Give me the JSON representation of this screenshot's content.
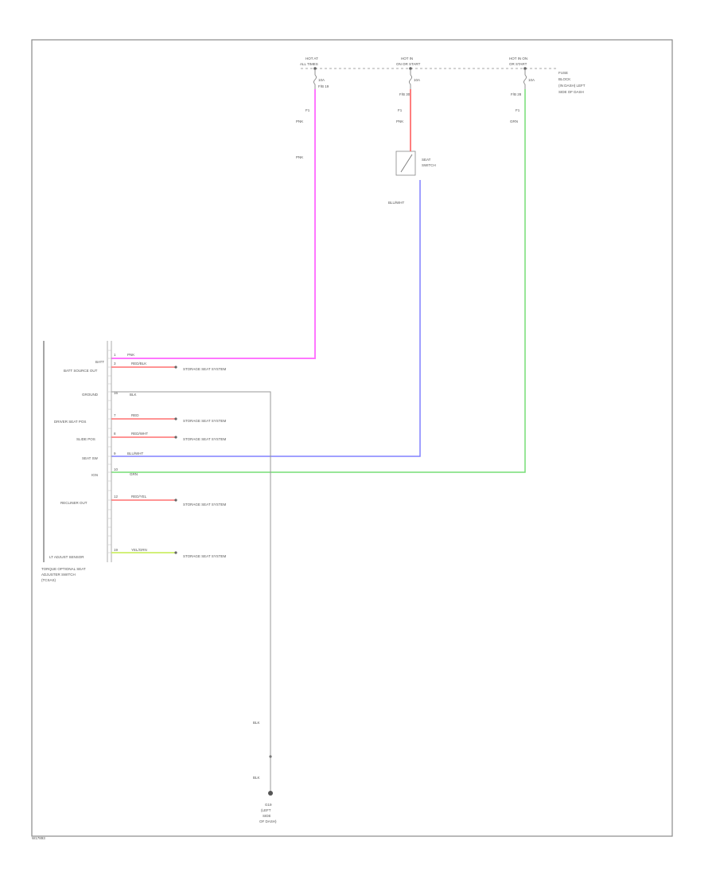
{
  "diagram": {
    "fuses": [
      {
        "label": "HOT AT",
        "sublabel": "ALL TIMES",
        "fuse": "10A",
        "id": "F/B 19",
        "pin": "F1"
      },
      {
        "label": "HOT IN",
        "sublabel": "ON OR START",
        "fuse": "10A",
        "id": "F/B 30",
        "pin": "F1"
      },
      {
        "label": "HOT IN ON",
        "sublabel": "OR START",
        "fuse": "10A",
        "id": "F/B 28",
        "pin": "F1"
      }
    ],
    "fuse_block_note": [
      "FUSE",
      "BLOCK",
      "(IN DASH) LEFT",
      "SIDE OF DASH"
    ],
    "wire_colors": {
      "pink": "PNK",
      "blue_wire": "BLU/WHT",
      "green_wire": "GRN"
    },
    "switch": {
      "label": "SEAT",
      "sublabel": "SWITCH"
    },
    "module": {
      "name": [
        "TORQUE OPTIONAL SEAT",
        "ADJUSTER SWITCH",
        "(TCSAS)"
      ],
      "rows": [
        {
          "label": "BATT",
          "pin": "1",
          "wire": "PNK",
          "ref": ""
        },
        {
          "label": "BATT SOURCE OUT",
          "pin": "3",
          "wire": "RED/BLK",
          "ref": "STORAGE SEAT SYSTEM"
        },
        {
          "label": "GROUND",
          "pin": "16",
          "wire": "BLK",
          "ref": ""
        },
        {
          "label": "DRIVER SEAT POS",
          "pin": "7",
          "wire": "RED",
          "ref": "STORAGE SEAT SYSTEM"
        },
        {
          "label": "SLIDE POS",
          "pin": "8",
          "wire": "RED/WHT",
          "ref": "STORAGE SEAT SYSTEM"
        },
        {
          "label": "SEAT SW",
          "pin": "9",
          "wire": "BLU/WHT",
          "ref": ""
        },
        {
          "label": "IGN",
          "pin": "10",
          "wire": "GRN",
          "ref": ""
        },
        {
          "label": "RECLINER OUT",
          "pin": "12",
          "wire": "RED/YEL",
          "ref": "STORAGE SEAT SYSTEM"
        },
        {
          "label": "LT ADJUST SENSOR",
          "pin": "19",
          "wire": "YEL/GRN",
          "ref": "STORAGE SEAT SYSTEM"
        }
      ]
    },
    "ground_wire": "BLK",
    "ground_label": [
      "G19",
      "(LEFT",
      "SIDE",
      "OF DASH)"
    ],
    "footer": "W17893"
  }
}
